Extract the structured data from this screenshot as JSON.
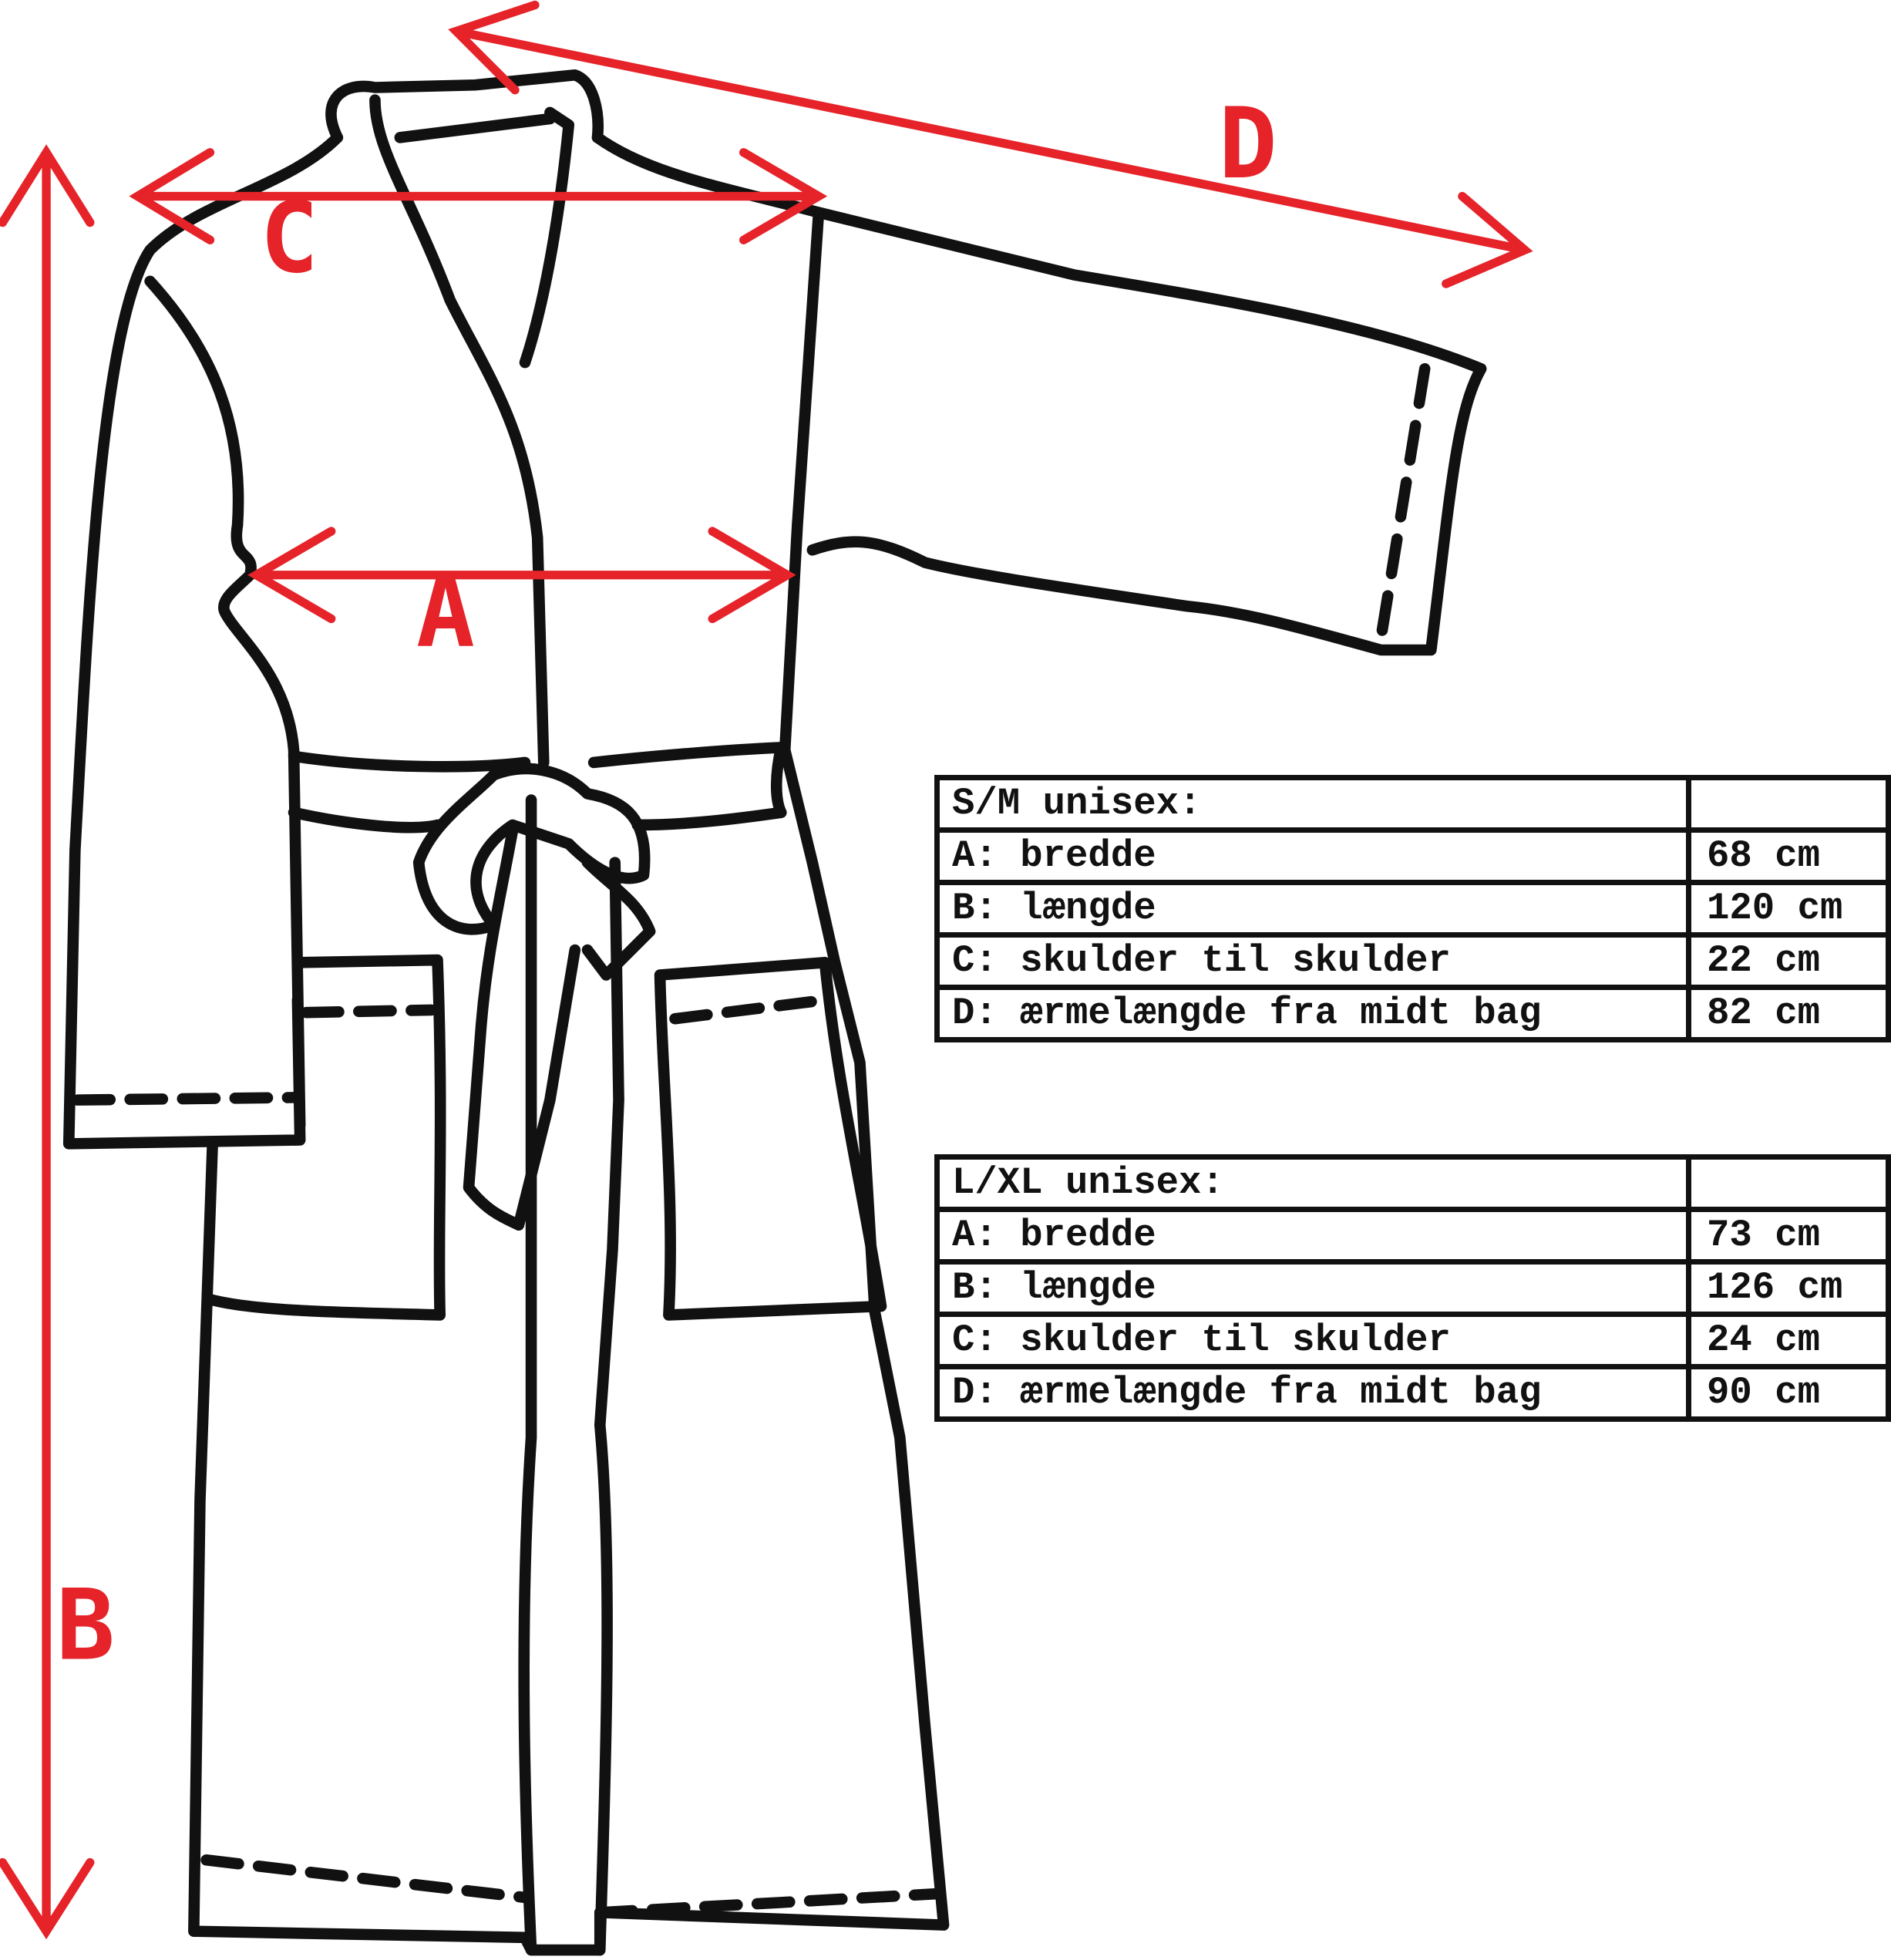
{
  "diagram": {
    "measure_labels": [
      "A",
      "B",
      "C",
      "D"
    ],
    "accent_color": "#e52329",
    "line_color": "#111111"
  },
  "tables": [
    {
      "title": "S/M unisex:",
      "rows": [
        {
          "label": "A: bredde",
          "value": "68 cm"
        },
        {
          "label": "B: længde",
          "value": "120 cm"
        },
        {
          "label": "C: skulder til skulder",
          "value": "22 cm"
        },
        {
          "label": "D: ærmelængde fra midt bag",
          "value": "82 cm"
        }
      ]
    },
    {
      "title": "L/XL unisex:",
      "rows": [
        {
          "label": "A: bredde",
          "value": "73 cm"
        },
        {
          "label": "B: længde",
          "value": "126 cm"
        },
        {
          "label": "C: skulder til skulder",
          "value": "24 cm"
        },
        {
          "label": "D: ærmelængde fra midt bag",
          "value": "90 cm"
        }
      ]
    }
  ]
}
